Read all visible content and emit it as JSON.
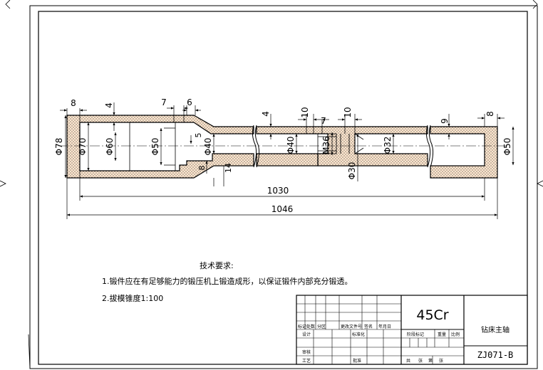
{
  "dimensions": {
    "d78": "Φ78",
    "d70": "Φ70",
    "d60": "Φ60",
    "d50_left": "Φ50",
    "d40_left": "Φ40",
    "d40_mid": "Φ40",
    "m36": "M36",
    "d32": "Φ32",
    "d30": "Φ30",
    "d50_right": "Φ50",
    "t8_left": "8",
    "t4_top": "4",
    "t7_top": "7",
    "t6_top": "6",
    "t5_step": "5",
    "t8_step": "8",
    "t14_step": "14",
    "t4_mid": "4",
    "t10_mid": "10",
    "t7_mid": "7",
    "t10_right": "10",
    "t9_right": "9",
    "t8_right": "8",
    "len_1030": "1030",
    "len_1046": "1046"
  },
  "notes": {
    "heading": "技术要求:",
    "item1": "1.锻件应在有足够能力的锻压机上锻造成形，以保证锻件内部充分锻透。",
    "item2": "2.拔模锥度1:100"
  },
  "title_block": {
    "material": "45Cr",
    "part_name": "钻床主轴",
    "drawing_no": "ZJ071-B",
    "row_labels": {
      "mark": "标记",
      "count": "处数",
      "zone": "分区",
      "change_doc": "更改文件号",
      "sign": "签名",
      "date": "年月日",
      "design": "设计",
      "standardize": "标准化",
      "check": "审核",
      "process": "工艺",
      "approve": "批准"
    },
    "stage_labels": {
      "stage_mark": "阶段标记",
      "weight": "重量",
      "scale": "比例"
    },
    "sheet_labels": {
      "total": "共",
      "sheets": "张",
      "page": "第",
      "sheet": "张"
    }
  }
}
